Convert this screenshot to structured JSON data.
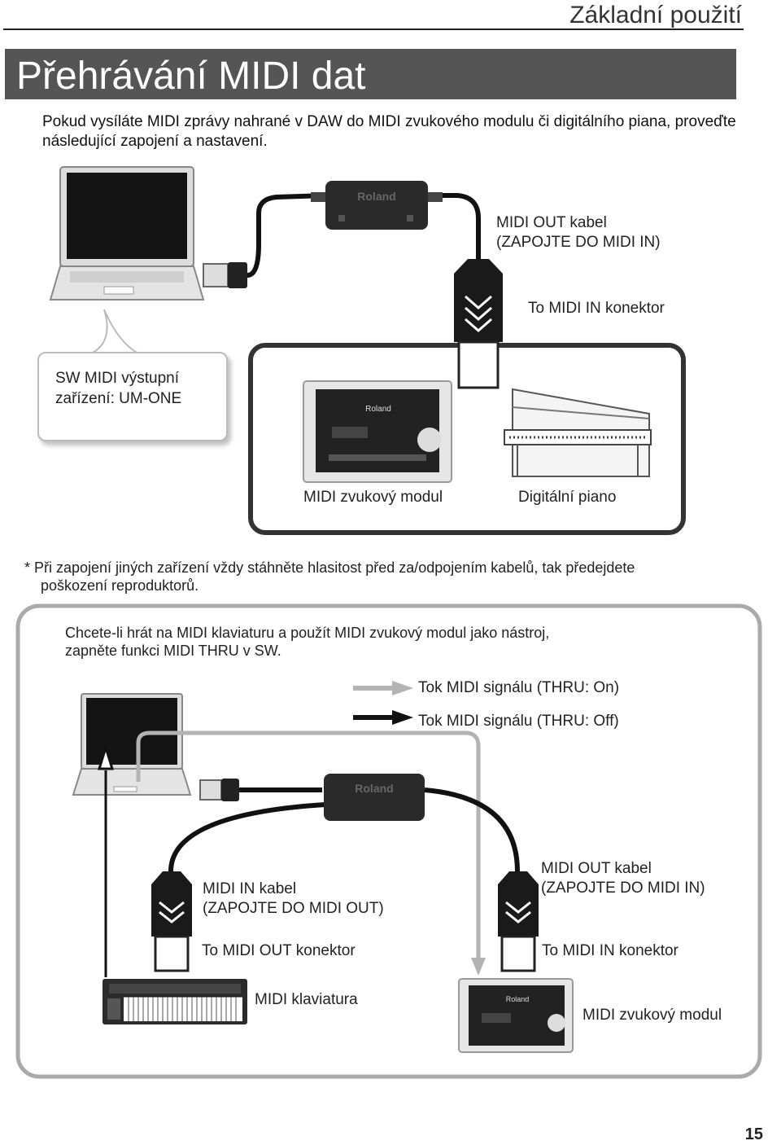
{
  "header": {
    "section": "Základní použití"
  },
  "title": "Přehrávání MIDI dat",
  "intro": "Pokud vysíláte MIDI zprávy nahrané v DAW do MIDI zvukového modulu či digitálního piana, proveďte následující zapojení a nastavení.",
  "diagram1": {
    "midi_out_cable": [
      "MIDI OUT kabel",
      "(ZAPOJTE DO MIDI IN)"
    ],
    "to_midi_in": "To MIDI IN konektor",
    "bubble": [
      "SW MIDI výstupní",
      "zařízení: UM-ONE"
    ],
    "sound_module": "MIDI zvukový modul",
    "digital_piano": "Digitální piano",
    "brand": "Roland"
  },
  "warning": [
    "* Při zapojení jiných zařízení vždy stáhněte hlasitost před za/odpojením kabelů, tak předejdete",
    "poškození reproduktorů."
  ],
  "diagram2": {
    "instruction": [
      "Chcete-li hrát na MIDI klaviaturu a použít MIDI zvukový modul jako nástroj,",
      "zapněte funkci MIDI THRU v SW."
    ],
    "legend_on": "Tok MIDI signálu (THRU: On)",
    "legend_off": "Tok MIDI signálu (THRU: Off)",
    "midi_in_cable": [
      "MIDI IN kabel",
      "(ZAPOJTE DO MIDI OUT)"
    ],
    "to_midi_out": "To MIDI OUT konektor",
    "midi_out_cable": [
      "MIDI OUT kabel",
      "(ZAPOJTE DO MIDI IN)"
    ],
    "to_midi_in": "To MIDI IN konektor",
    "keyboard": "MIDI klaviatura",
    "sound_module": "MIDI zvukový modul",
    "brand": "Roland"
  },
  "colors": {
    "title_bar": "#555555",
    "flow_on": "#b3b3b3",
    "flow_off": "#111111"
  },
  "page_number": "15"
}
